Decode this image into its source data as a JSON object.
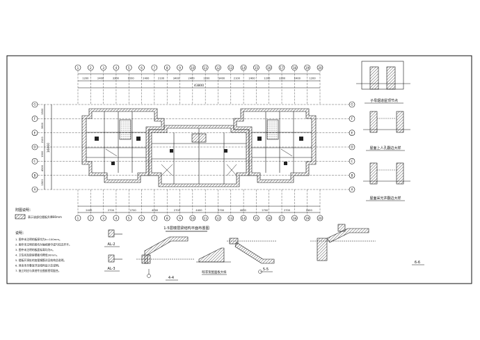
{
  "drawing": {
    "plan_title": "1-5层楼层梁结构平面布置图",
    "section_labels": [
      "4-4",
      "5-5",
      "6-6"
    ],
    "profile_labels": [
      "AL-2",
      "AL-3"
    ],
    "legend": {
      "heading": "附图说明：",
      "entry": "表示该部位楼板升降80mm"
    },
    "notes": {
      "heading": "说明：",
      "lines": [
        "1. 图中未注明的板厚均为h=100mm。",
        "2. 图中未注明的梁均为轴线居中或与柱边齐平。",
        "3. 图中未注明的板面标高均为H。",
        "4. 卫生间及厨房楼板均降低30mm。",
        "5. 楼板开洞处的加强钢筋详见结构总说明。",
        "6. 其余未尽事宜详见结构设计总说明。",
        "7. 施工时应与其他专业图纸密切配合。"
      ]
    },
    "details": [
      {
        "title": "子母烟道屋顶节点"
      },
      {
        "title": "屋面上人孔翻边大样"
      },
      {
        "title": "屋面采光井翻边大样"
      },
      {
        "title": "晾衣架屋面板大样"
      }
    ],
    "axes_top": [
      "1",
      "2",
      "3",
      "4",
      "5",
      "6",
      "7",
      "8",
      "9",
      "10",
      "11",
      "12",
      "13",
      "14",
      "15",
      "16",
      "17",
      "18",
      "19",
      "20"
    ],
    "axes_left": [
      "A",
      "B",
      "C",
      "D",
      "E",
      "F",
      "G"
    ],
    "dims_top": [
      "1200",
      "2400",
      "3300",
      "1200",
      "2400",
      "2100",
      "3400",
      "2400",
      "1200",
      "3400",
      "2100",
      "2400",
      "1200",
      "3300",
      "2400",
      "1200"
    ],
    "dims_bottom": [
      "2400",
      "2700",
      "2700",
      "4000",
      "2700",
      "4400",
      "2700",
      "4000",
      "2700",
      "2700",
      "2400"
    ],
    "dims_left": [
      "1500",
      "3600",
      "2100",
      "1500",
      "4500",
      "1500"
    ],
    "total_width": "43800",
    "total_depth": "16000"
  }
}
